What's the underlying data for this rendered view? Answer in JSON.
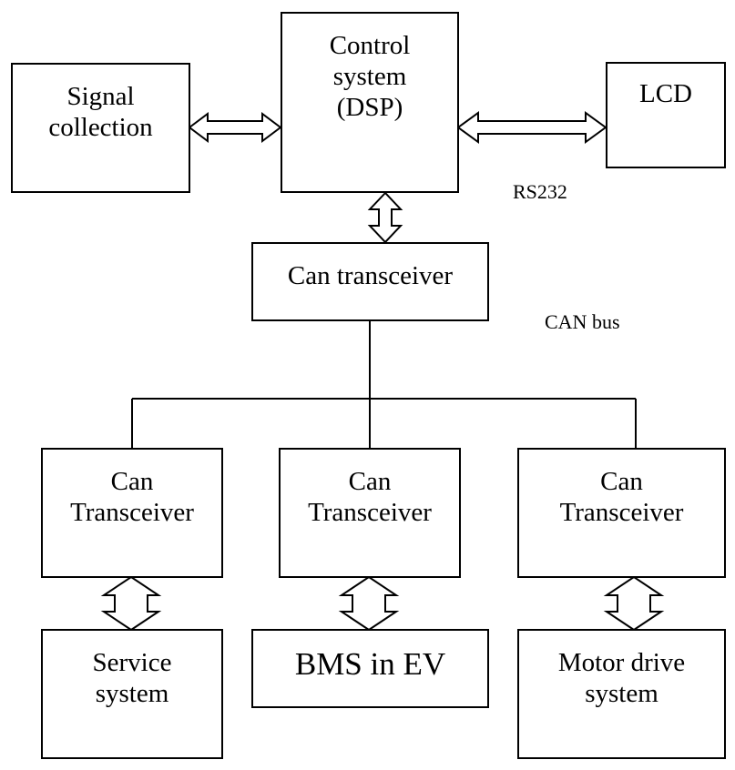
{
  "nodes": {
    "signal_collection": {
      "line1": "Signal",
      "line2": "collection"
    },
    "control_system": {
      "line1": "Control",
      "line2": "system",
      "line3": "(DSP)"
    },
    "lcd": {
      "line1": "LCD"
    },
    "can_transceiver_main": {
      "line1": "Can transceiver"
    },
    "can_transceiver_left": {
      "line1": "Can",
      "line2": "Transceiver"
    },
    "can_transceiver_middle": {
      "line1": "Can",
      "line2": "Transceiver"
    },
    "can_transceiver_right": {
      "line1": "Can",
      "line2": "Transceiver"
    },
    "service_system": {
      "line1": "Service",
      "line2": "system"
    },
    "bms": {
      "line1": "BMS in EV"
    },
    "motor_drive": {
      "line1": "Motor drive",
      "line2": "system"
    }
  },
  "labels": {
    "rs232": "RS232",
    "can_bus": "CAN bus"
  }
}
